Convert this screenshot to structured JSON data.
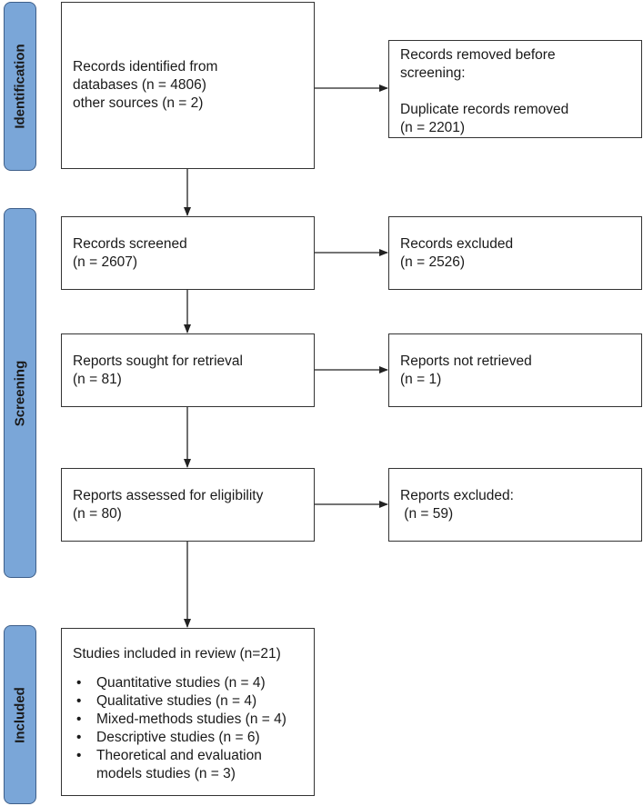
{
  "phases": {
    "identification": "Identification",
    "screening": "Screening",
    "included": "Included"
  },
  "identification": {
    "main": [
      "Records identified from",
      "databases (n = 4806)",
      "other sources (n = 2)"
    ],
    "removed_title": [
      "Records removed before",
      "screening:"
    ],
    "removed_detail": [
      "Duplicate records removed",
      "(n = 2201)"
    ]
  },
  "screening": {
    "screened": [
      "Records screened",
      "(n = 2607)"
    ],
    "excluded": [
      "Records excluded",
      "(n = 2526)"
    ],
    "sought": [
      "Reports sought for retrieval",
      "(n = 81)"
    ],
    "not_retrieved": [
      "Reports not retrieved",
      "(n = 1)"
    ],
    "assessed": [
      "Reports assessed for eligibility",
      "(n = 80)"
    ],
    "reports_excluded": [
      "Reports excluded:",
      " (n = 59)"
    ]
  },
  "included": {
    "title": "Studies included in review (n=21)",
    "items": [
      "Quantitative studies (n = 4)",
      "Qualitative studies (n = 4)",
      "Mixed-methods studies (n = 4)",
      "Descriptive studies (n = 6)"
    ],
    "last_item": [
      "Theoretical and evaluation",
      "models studies (n = 3)"
    ]
  }
}
